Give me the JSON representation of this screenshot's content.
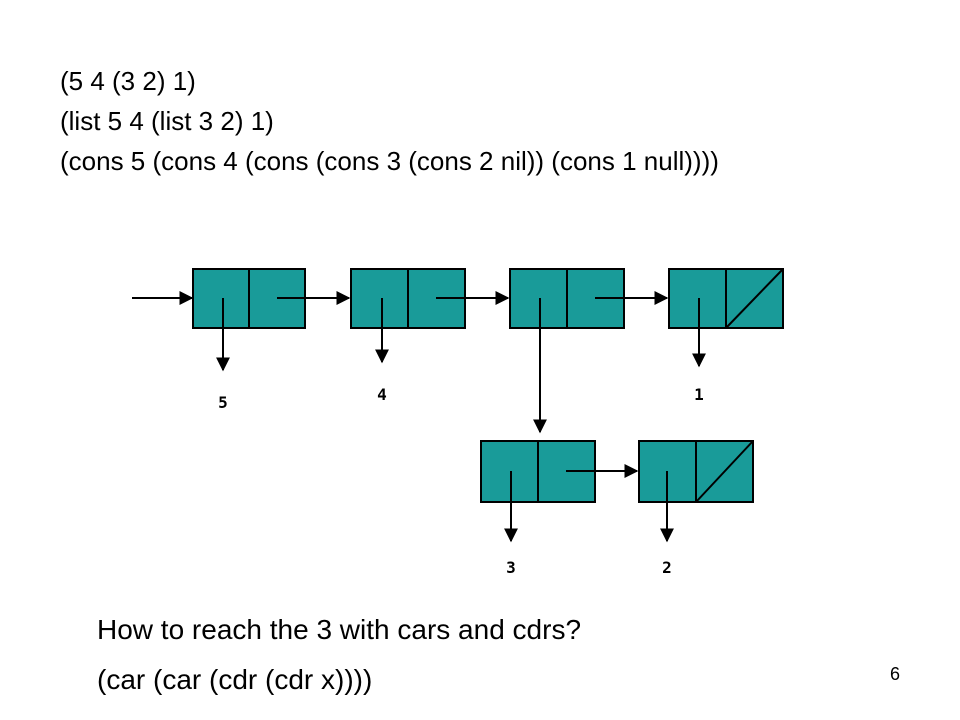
{
  "expressions": [
    "(5 4 (3 2) 1)",
    "(list 5 4 (list 3 2) 1)",
    "(cons 5 (cons 4 (cons (cons 3 (cons 2 nil)) (cons 1 null))))"
  ],
  "values": {
    "five": "5",
    "four": "4",
    "one": "1",
    "three": "3",
    "two": "2"
  },
  "question": "How to reach the 3 with cars and cdrs?",
  "answer": "(car (car (cdr (cdr x))))",
  "page_number": "6",
  "colors": {
    "cell_fill": "#199b99",
    "cell_stroke": "#000000"
  }
}
